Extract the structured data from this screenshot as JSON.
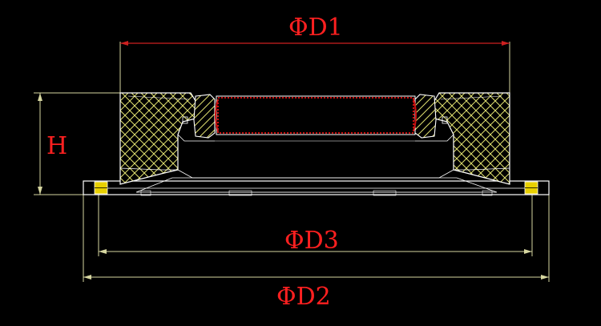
{
  "labels": {
    "d1": "ΦD1",
    "d2": "ΦD2",
    "d3": "ΦD3",
    "h": "H"
  },
  "colors": {
    "background": "#000000",
    "outline": "#ffffff",
    "dimension_line": "#d6d6a0",
    "dimension_text": "#ff2020",
    "hatch": "#e0e070",
    "seal": "#cc1010",
    "bolt_fill": "#e8d000"
  },
  "icons": {
    "drawing": "mechanical-section-drawing"
  }
}
